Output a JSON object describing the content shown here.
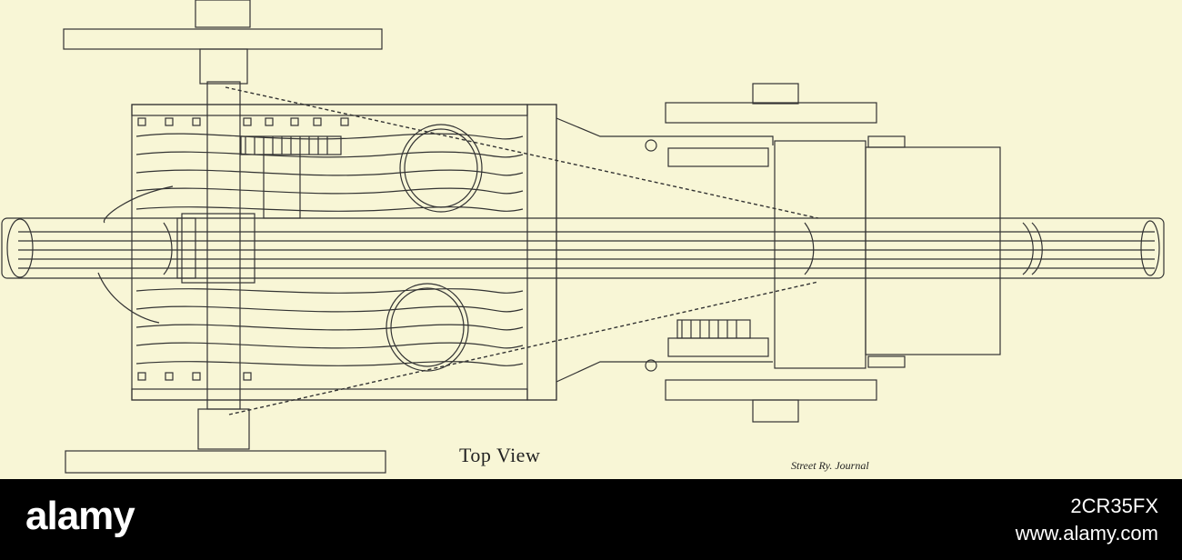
{
  "drawing": {
    "caption": "Top View",
    "credit": "Street Ry. Journal"
  },
  "footer": {
    "brand": "alamy",
    "image_id": "2CR35FX",
    "url": "www.alamy.com"
  },
  "colors": {
    "paper": "#f8f6d6",
    "ink": "#333333",
    "bar": "#000000",
    "text_light": "#ffffff"
  }
}
